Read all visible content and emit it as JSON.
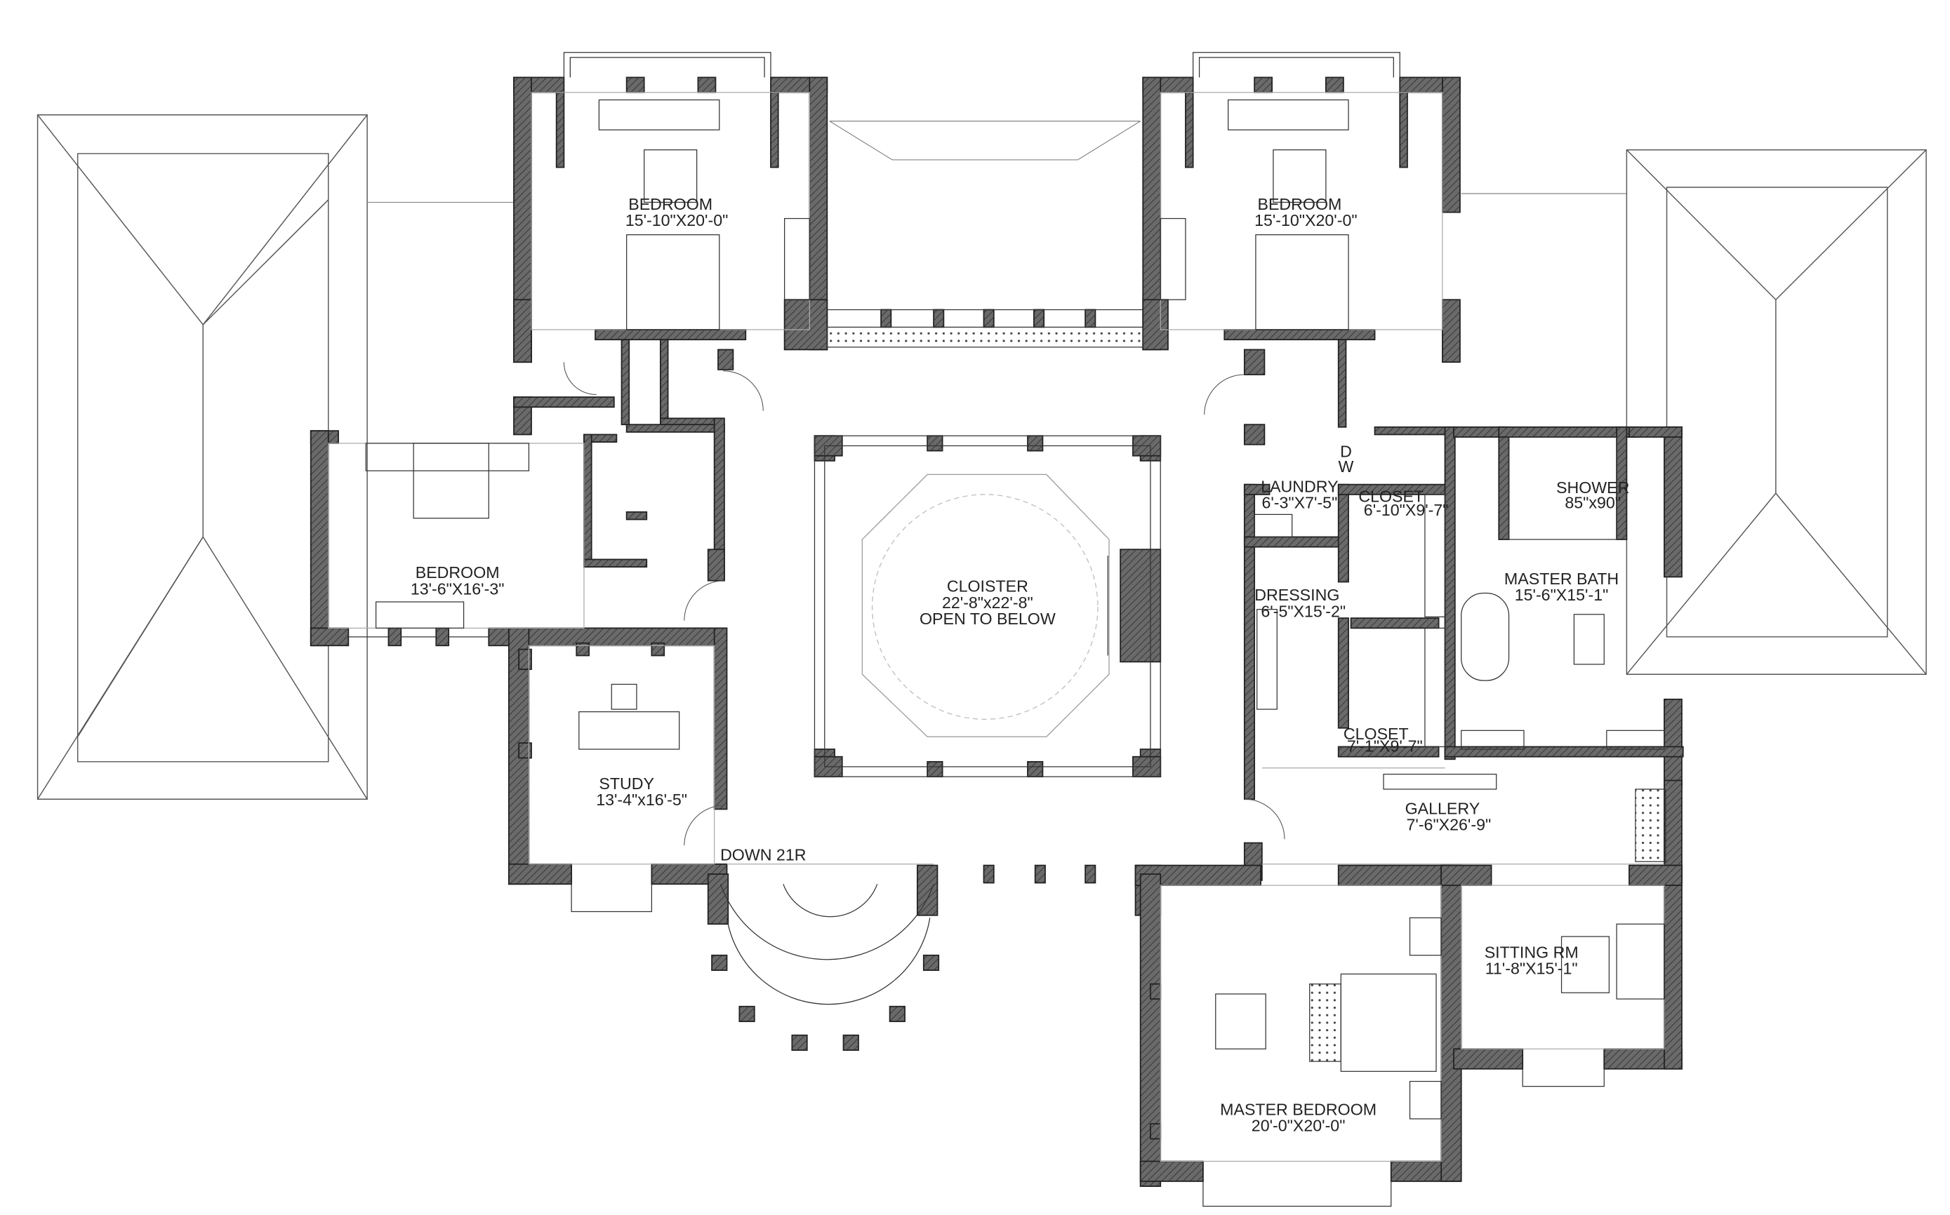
{
  "diagram": {
    "type": "architectural-floor-plan",
    "rooms": [
      {
        "id": "bedroom-nw",
        "name": "BEDROOM",
        "dims": "15'-10\"X20'-0\""
      },
      {
        "id": "bedroom-ne",
        "name": "BEDROOM",
        "dims": "15'-10\"X20'-0\""
      },
      {
        "id": "bedroom-w",
        "name": "BEDROOM",
        "dims": "13'-6\"X16'-3\""
      },
      {
        "id": "study",
        "name": "STUDY",
        "dims": "13'-4\"x16'-5\""
      },
      {
        "id": "cloister",
        "name": "CLOISTER",
        "dims": "22'-8\"x22'-8\"",
        "note": "OPEN TO BELOW"
      },
      {
        "id": "laundry",
        "name": "LAUNDRY",
        "dims": "6'-3\"X7'-5\""
      },
      {
        "id": "closet-1",
        "name": "CLOSET",
        "dims": "6'-10\"X9'-7\""
      },
      {
        "id": "dressing",
        "name": "DRESSING",
        "dims": "6'-5\"X15'-2\""
      },
      {
        "id": "closet-2",
        "name": "CLOSET",
        "dims": "7'-1\"X9'-7\""
      },
      {
        "id": "shower",
        "name": "SHOWER",
        "dims": "85\"x90\""
      },
      {
        "id": "master-bath",
        "name": "MASTER BATH",
        "dims": "15'-6\"X15'-1\""
      },
      {
        "id": "gallery",
        "name": "GALLERY",
        "dims": "7'-6\"X26'-9\""
      },
      {
        "id": "sitting-rm",
        "name": "SITTING RM",
        "dims": "11'-8\"X15'-1\""
      },
      {
        "id": "master-bedroom",
        "name": "MASTER BEDROOM",
        "dims": "20'-0\"X20'-0\""
      }
    ],
    "annotations": {
      "stair": "DOWN 21R",
      "dw_d": "D",
      "dw_w": "W"
    },
    "colors": {
      "wall": "#5a5a5a",
      "line": "#222222",
      "thin": "#8a8a8a"
    }
  }
}
